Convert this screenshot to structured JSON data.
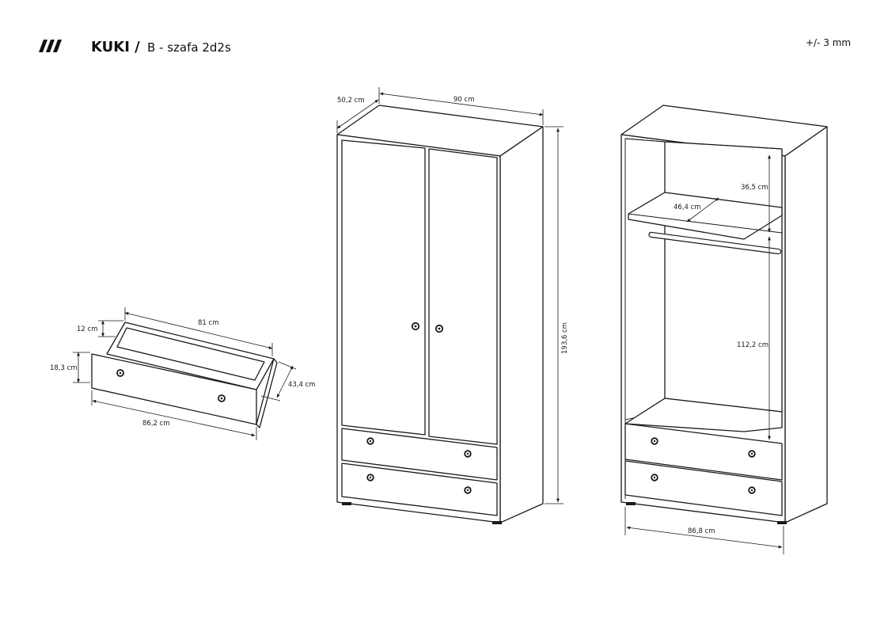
{
  "header": {
    "product": "KUKI /",
    "variant": "B - szafa 2d2s",
    "tolerance": "+/- 3 mm",
    "logo_icon": "triple-slash-icon"
  },
  "drawer": {
    "inner_height": "12 cm",
    "inner_length": "81 cm",
    "front_height": "18,3 cm",
    "depth": "43,4 cm",
    "front_width": "86,2 cm"
  },
  "wardrobe_closed": {
    "depth": "50,2 cm",
    "width": "90 cm",
    "height": "193,6 cm"
  },
  "wardrobe_open": {
    "top_shelf_height": "36,5 cm",
    "shelf_depth": "46,4 cm",
    "hanging_height": "112,2 cm",
    "inner_width": "86,8 cm"
  }
}
